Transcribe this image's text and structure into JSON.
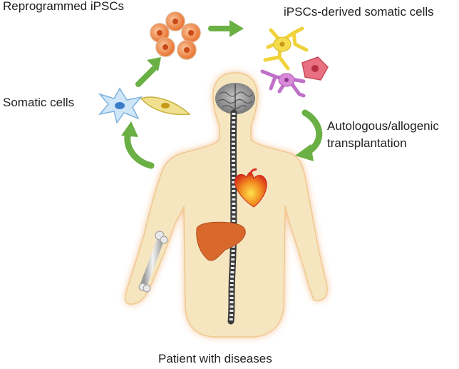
{
  "labels": {
    "reprogrammed_ipscs": "Reprogrammed iPSCs",
    "ipscs_derived": "iPSCs-derived somatic cells",
    "somatic_cells": "Somatic cells",
    "transplantation_line1": "Autologous/allogenic",
    "transplantation_line2": "transplantation",
    "patient": "Patient with diseases"
  },
  "colors": {
    "arrow_green": "#6ab044",
    "body_fill": "#f6e6c0",
    "body_glow": "#f2b878",
    "ipsc_orange": "#e8722e",
    "liver": "#d9682c",
    "heart": "#e8451d",
    "brain": "#8a8a8a",
    "neuron_yellow": "#f0d23a",
    "neuron_purple": "#c070c8",
    "cell_red": "#e06070",
    "cell_blue": "#9bc8ea",
    "cell_yellow": "#e8d77a"
  },
  "icons": [
    "ipsc-cluster-icon",
    "neuron-icon",
    "cardiomyocyte-icon",
    "fibroblast-icon",
    "human-body-icon",
    "brain-icon",
    "spinal-cord-icon",
    "heart-icon",
    "liver-icon",
    "bone-icon",
    "green-arrow-icon"
  ]
}
